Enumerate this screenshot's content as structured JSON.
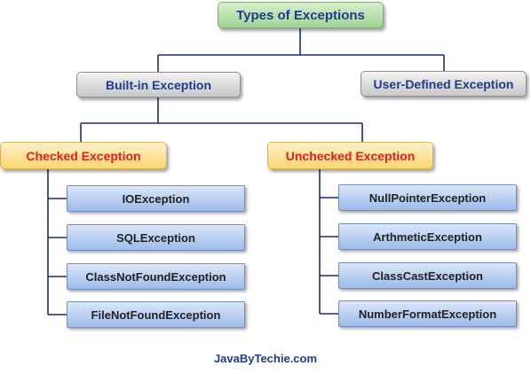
{
  "root": {
    "label": "Types of Exceptions"
  },
  "categories": {
    "builtin": {
      "label": "Built-in Exception"
    },
    "user_defined": {
      "label": "User-Defined Exception"
    }
  },
  "groups": {
    "checked": {
      "label": "Checked Exception",
      "items": [
        "IOException",
        "SQLException",
        "ClassNotFoundException",
        "FileNotFoundException"
      ]
    },
    "unchecked": {
      "label": "Unchecked Exception",
      "items": [
        "NullPointerException",
        "ArthmeticException",
        "ClassCastException",
        "NumberFormatException"
      ]
    }
  },
  "footer": {
    "text": "JavaByTechie.com"
  },
  "colors": {
    "connector": "#1f2a7a",
    "title_text": "#1f3b8a",
    "group_text": "#e0211b"
  }
}
